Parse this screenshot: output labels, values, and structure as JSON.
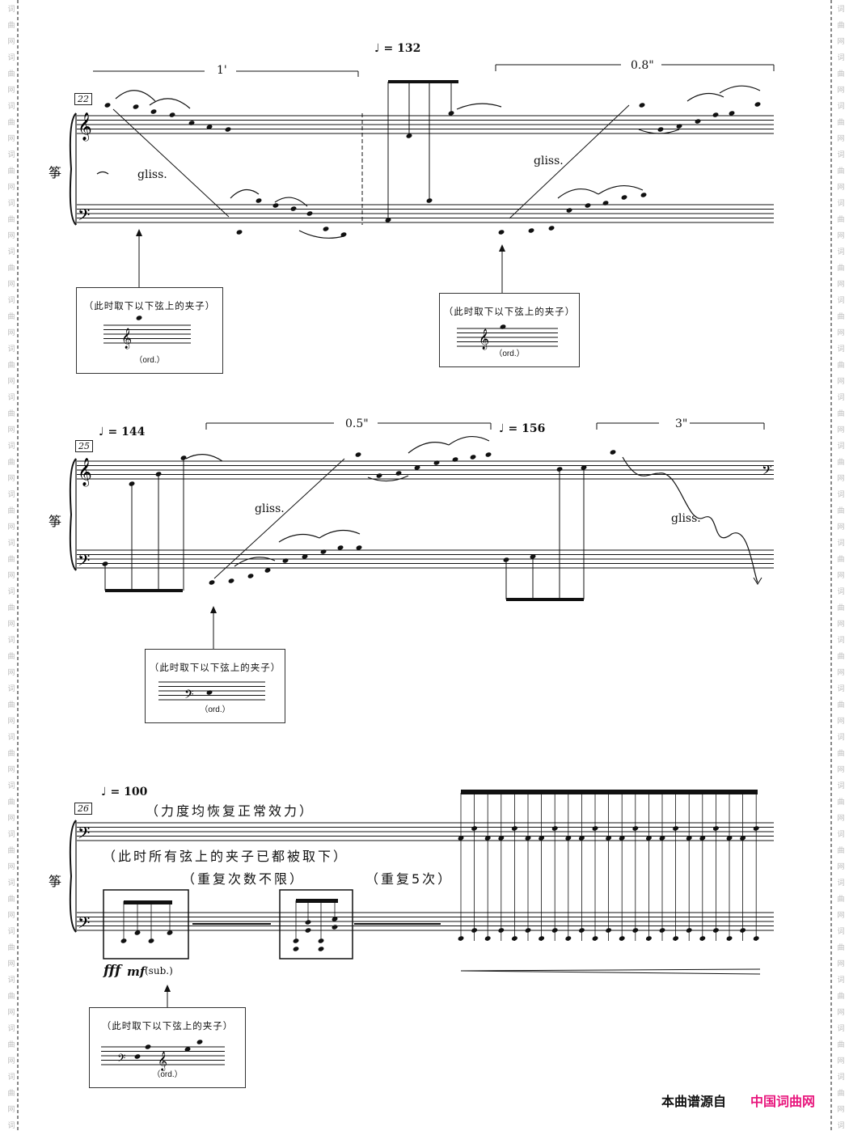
{
  "instrument": "筝",
  "watermark": [
    "词",
    "曲",
    "网"
  ],
  "footer": {
    "source_label": "本曲谱源自",
    "site_name": "中国词曲网",
    "site_color": "#e8177d"
  },
  "systems": [
    {
      "measure": "22",
      "tempos": [
        "♩ = 132"
      ],
      "durations": [
        "1'",
        "0.8\""
      ],
      "gliss": [
        "gliss.",
        "gliss."
      ]
    },
    {
      "measure": "25",
      "tempos": [
        "♩ = 144",
        "♩ = 156"
      ],
      "durations": [
        "0.5\"",
        "3\""
      ],
      "gliss": [
        "gliss.",
        "gliss."
      ]
    },
    {
      "measure": "26",
      "tempos": [
        "♩ = 100"
      ],
      "notes": [
        "（力度均恢复正常效力）",
        "（此时所有弦上的夹子已都被取下）",
        "（重复次数不限）",
        "（重复5次）"
      ],
      "dynamics": {
        "fff": "fff",
        "mf": "mf",
        "sub": "(sub.)"
      }
    }
  ],
  "boxes": [
    {
      "caption": "（此时取下以下弦上的夹子）",
      "ord": "（ord.）"
    },
    {
      "caption": "（此时取下以下弦上的夹子）",
      "ord": "（ord.）"
    },
    {
      "caption": "（此时取下以下弦上的夹子）",
      "ord": "（ord.）"
    },
    {
      "caption": "（此时取下以下弦上的夹子）",
      "ord": "（ord.）"
    }
  ]
}
